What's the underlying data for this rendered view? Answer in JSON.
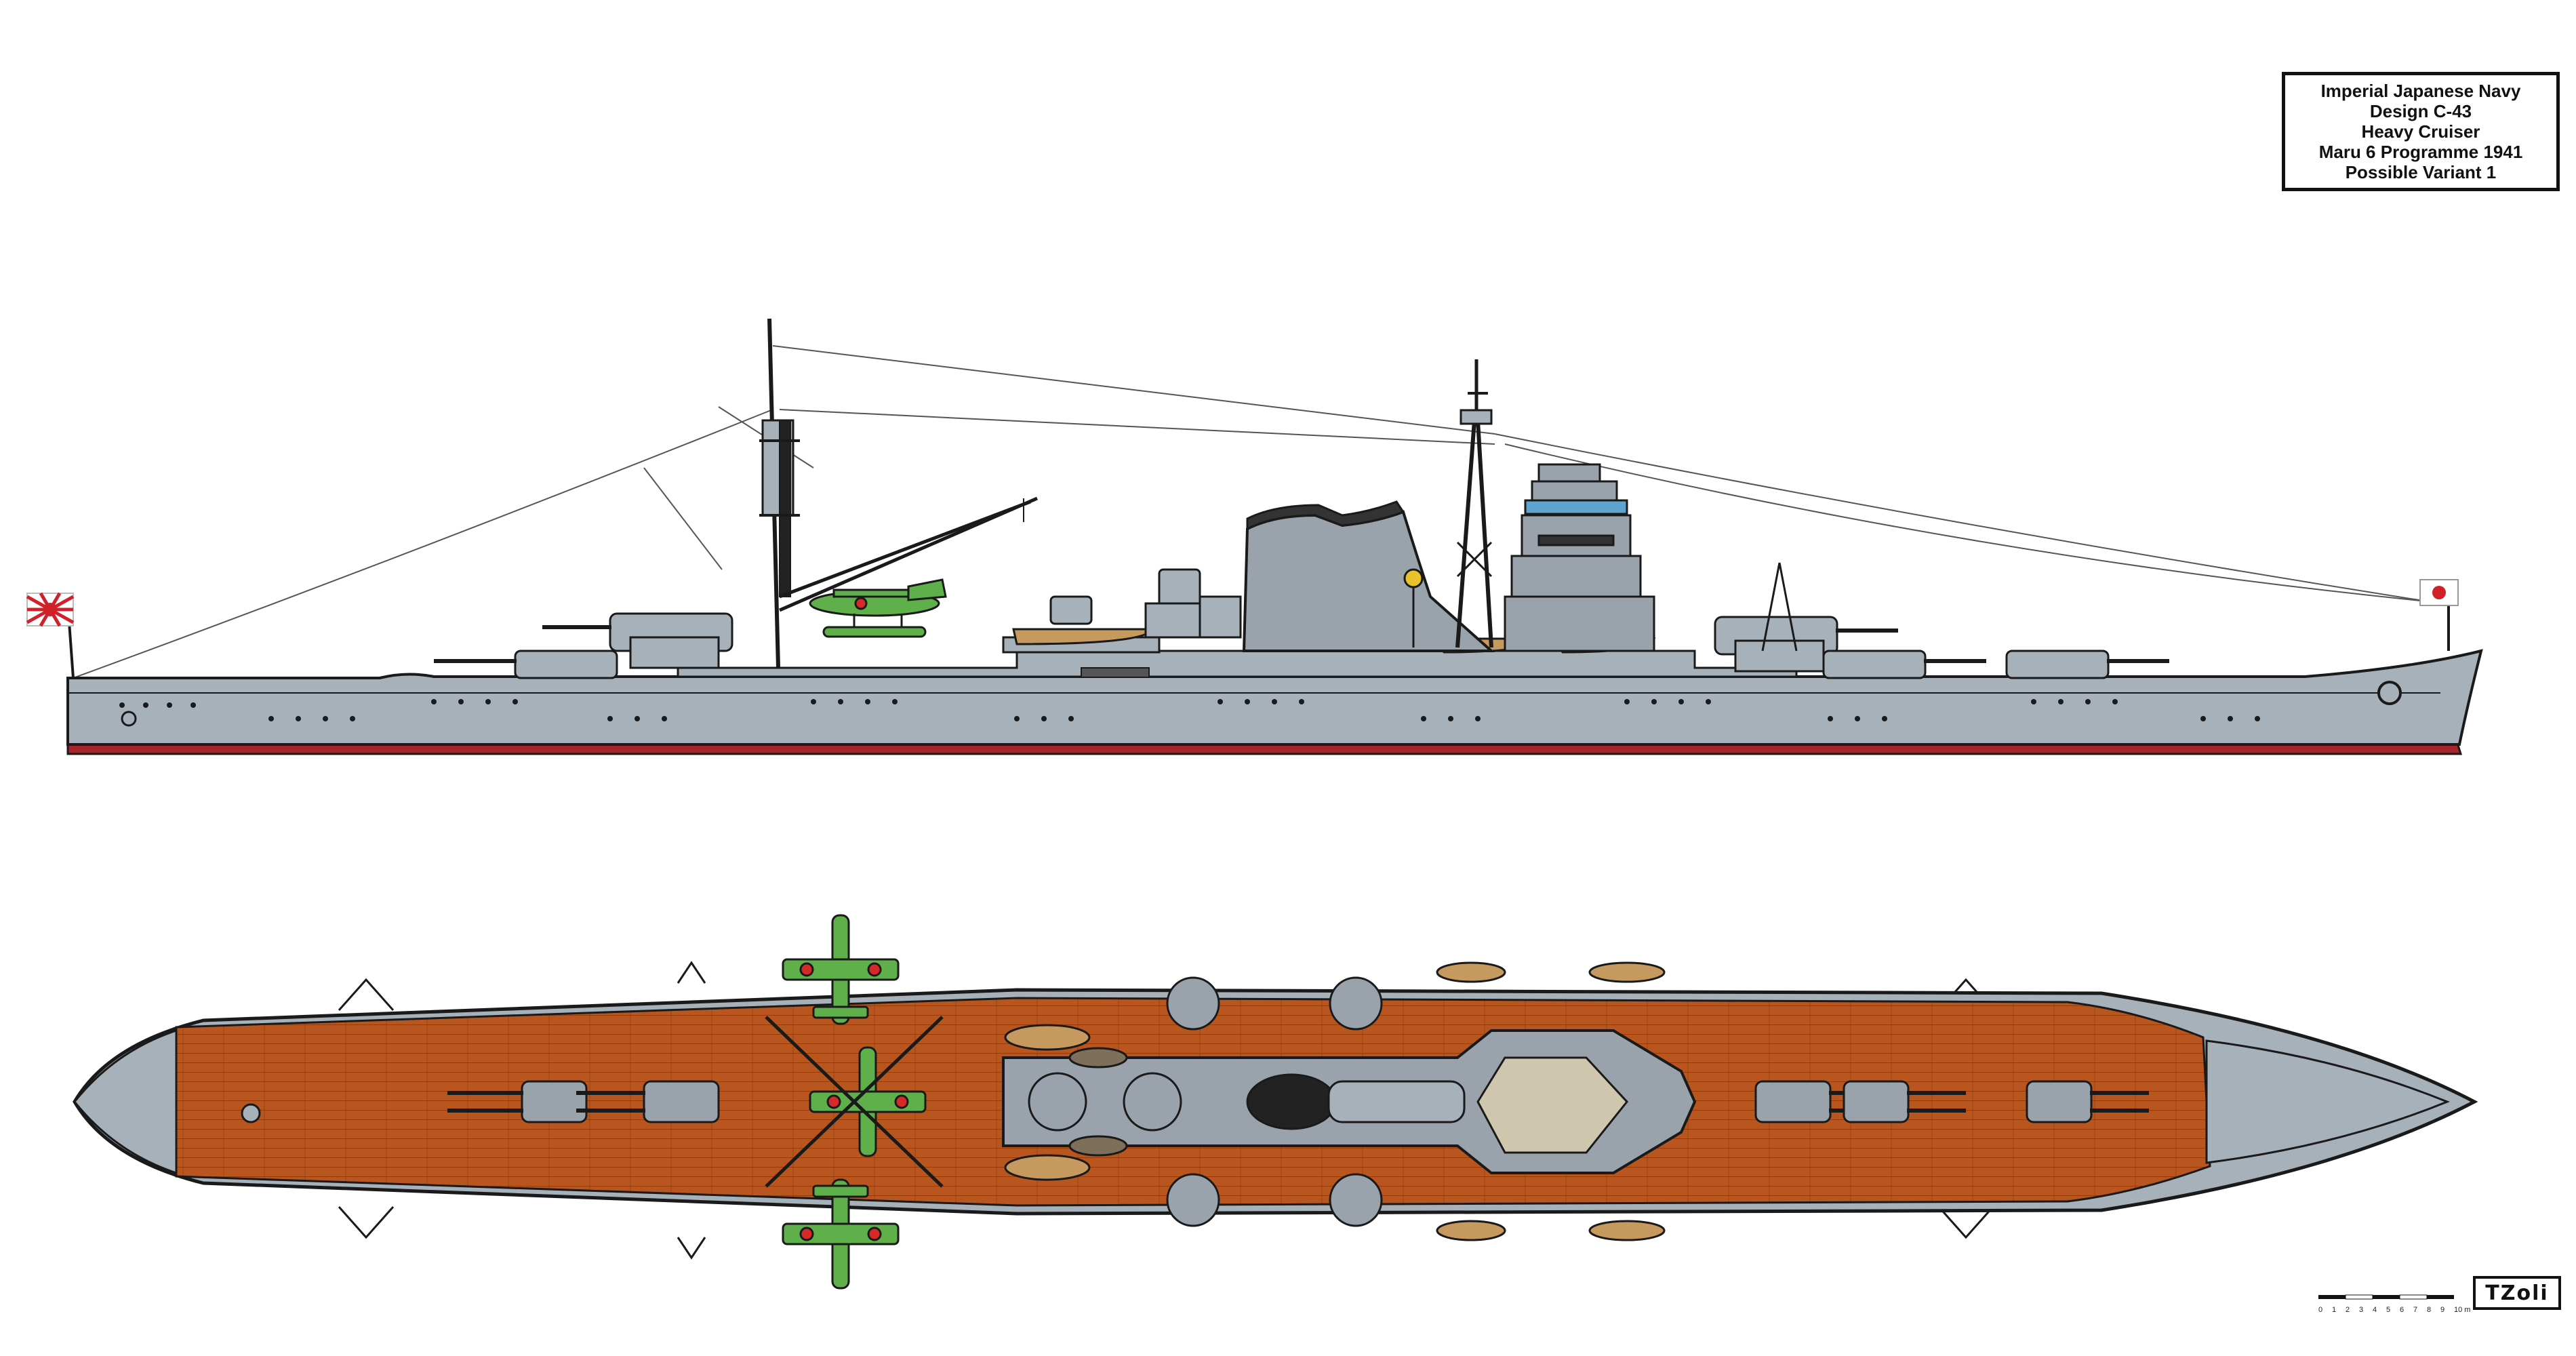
{
  "title_block": {
    "lines": [
      "Imperial Japanese Navy",
      "Design C-43",
      "Heavy Cruiser",
      "Maru 6 Programme 1941",
      "Possible Variant 1"
    ]
  },
  "scale_bar": {
    "ticks": [
      "0",
      "1",
      "2",
      "3",
      "4",
      "5",
      "6",
      "7",
      "8",
      "9",
      "10 m"
    ]
  },
  "signature": {
    "text": "TZoli"
  },
  "colors": {
    "hull_grey": "#a7b1ba",
    "boot_red": "#a8242b",
    "deck_wood": "#b9561f",
    "superstructure_grey": "#9aa3ab",
    "aircraft_green": "#5fb04b",
    "boat_tan": "#c69a5e",
    "outline": "#1a1a1a"
  },
  "icons": {
    "stern_flag": "rising-sun-ensign-icon",
    "bow_flag": "hinomaru-jack-icon"
  }
}
